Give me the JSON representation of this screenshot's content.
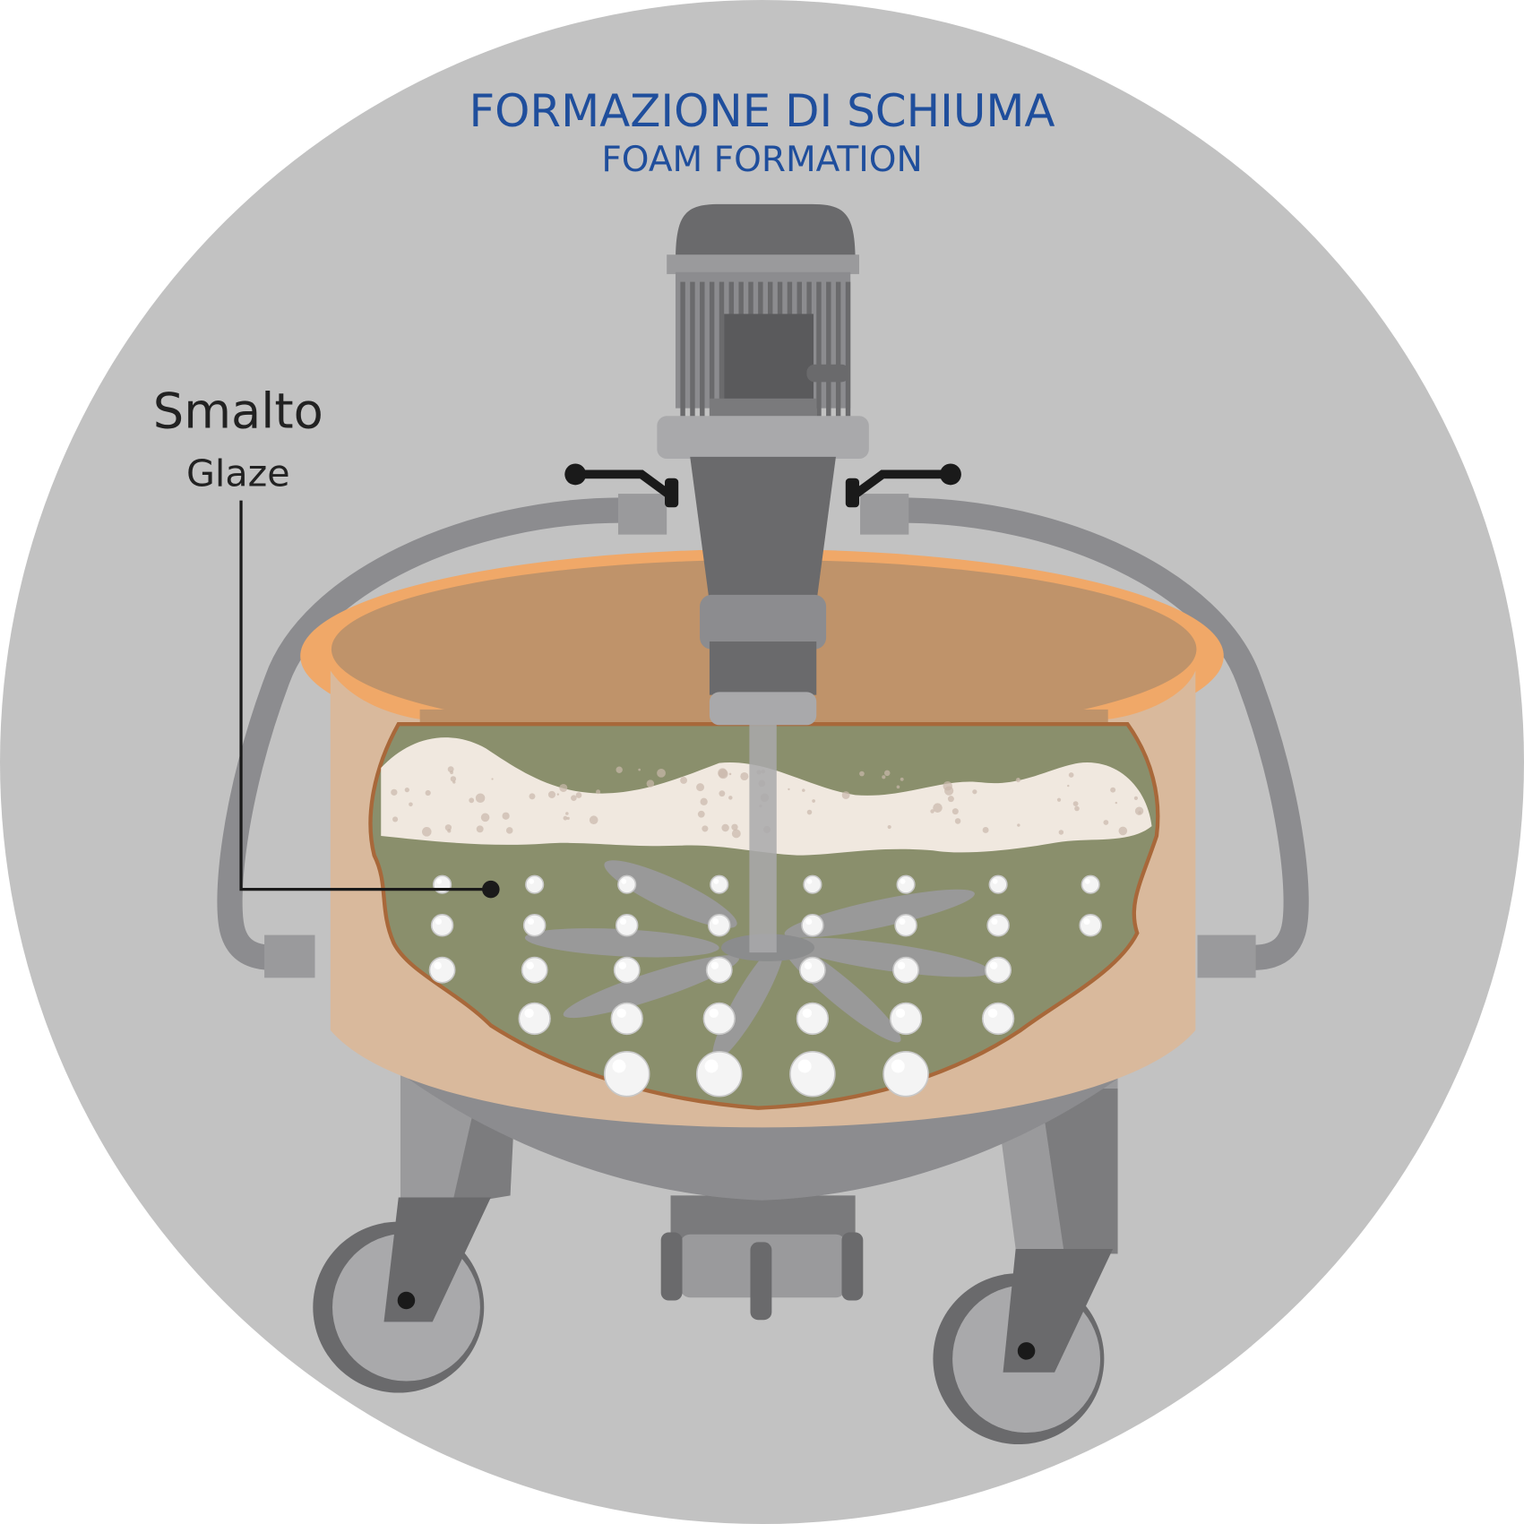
{
  "title": {
    "italian": "FORMAZIONE DI SCHIUMA",
    "english": "FOAM FORMATION"
  },
  "label": {
    "italian": "Smalto",
    "english": "Glaze"
  },
  "colors": {
    "background_circle": "#c2c2c2",
    "title_blue": "#1f4e9c",
    "tank_inner": "#bf936a",
    "tank_rim": "#f0a868",
    "tank_wall": "#d9b99c",
    "tank_outline": "#a8683a",
    "glaze_liquid": "#8a8f6c",
    "foam": "#f0e8df",
    "metal_dark": "#6a6a6c",
    "metal_mid": "#8c8c8f",
    "metal_light": "#a9a9ab",
    "label_text": "#222222"
  }
}
